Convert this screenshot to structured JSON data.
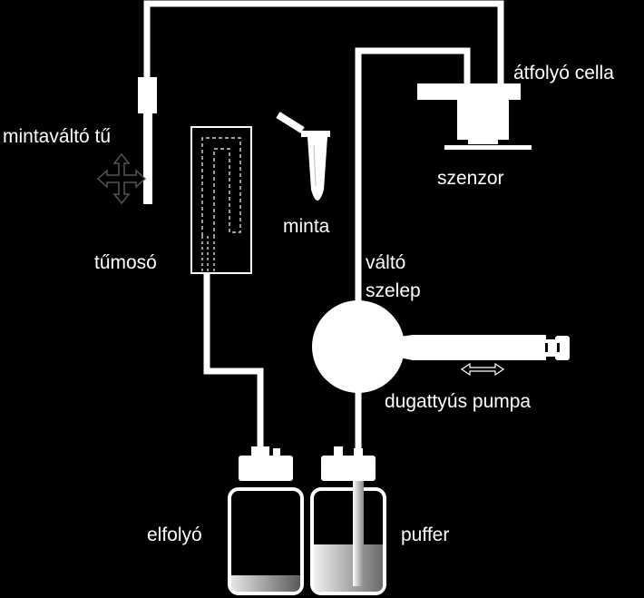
{
  "labels": {
    "needle": "mintaváltó tű",
    "flow_cell": "átfolyó cella",
    "sensor": "szenzor",
    "sample": "minta",
    "washer": "tűmosó",
    "valve_line1": "váltó",
    "valve_line2": "szelep",
    "pump": "dugattyús pumpa",
    "waste": "elfolyó",
    "buffer": "puffer"
  },
  "icons": {
    "needle_motion": "four-way-arrow-icon",
    "pump_motion": "double-arrow-icon"
  },
  "colors": {
    "background": "#000000",
    "line": "#ffffff",
    "liquid_light": "#d8d8d8",
    "liquid_dark": "#4a4a4a"
  }
}
